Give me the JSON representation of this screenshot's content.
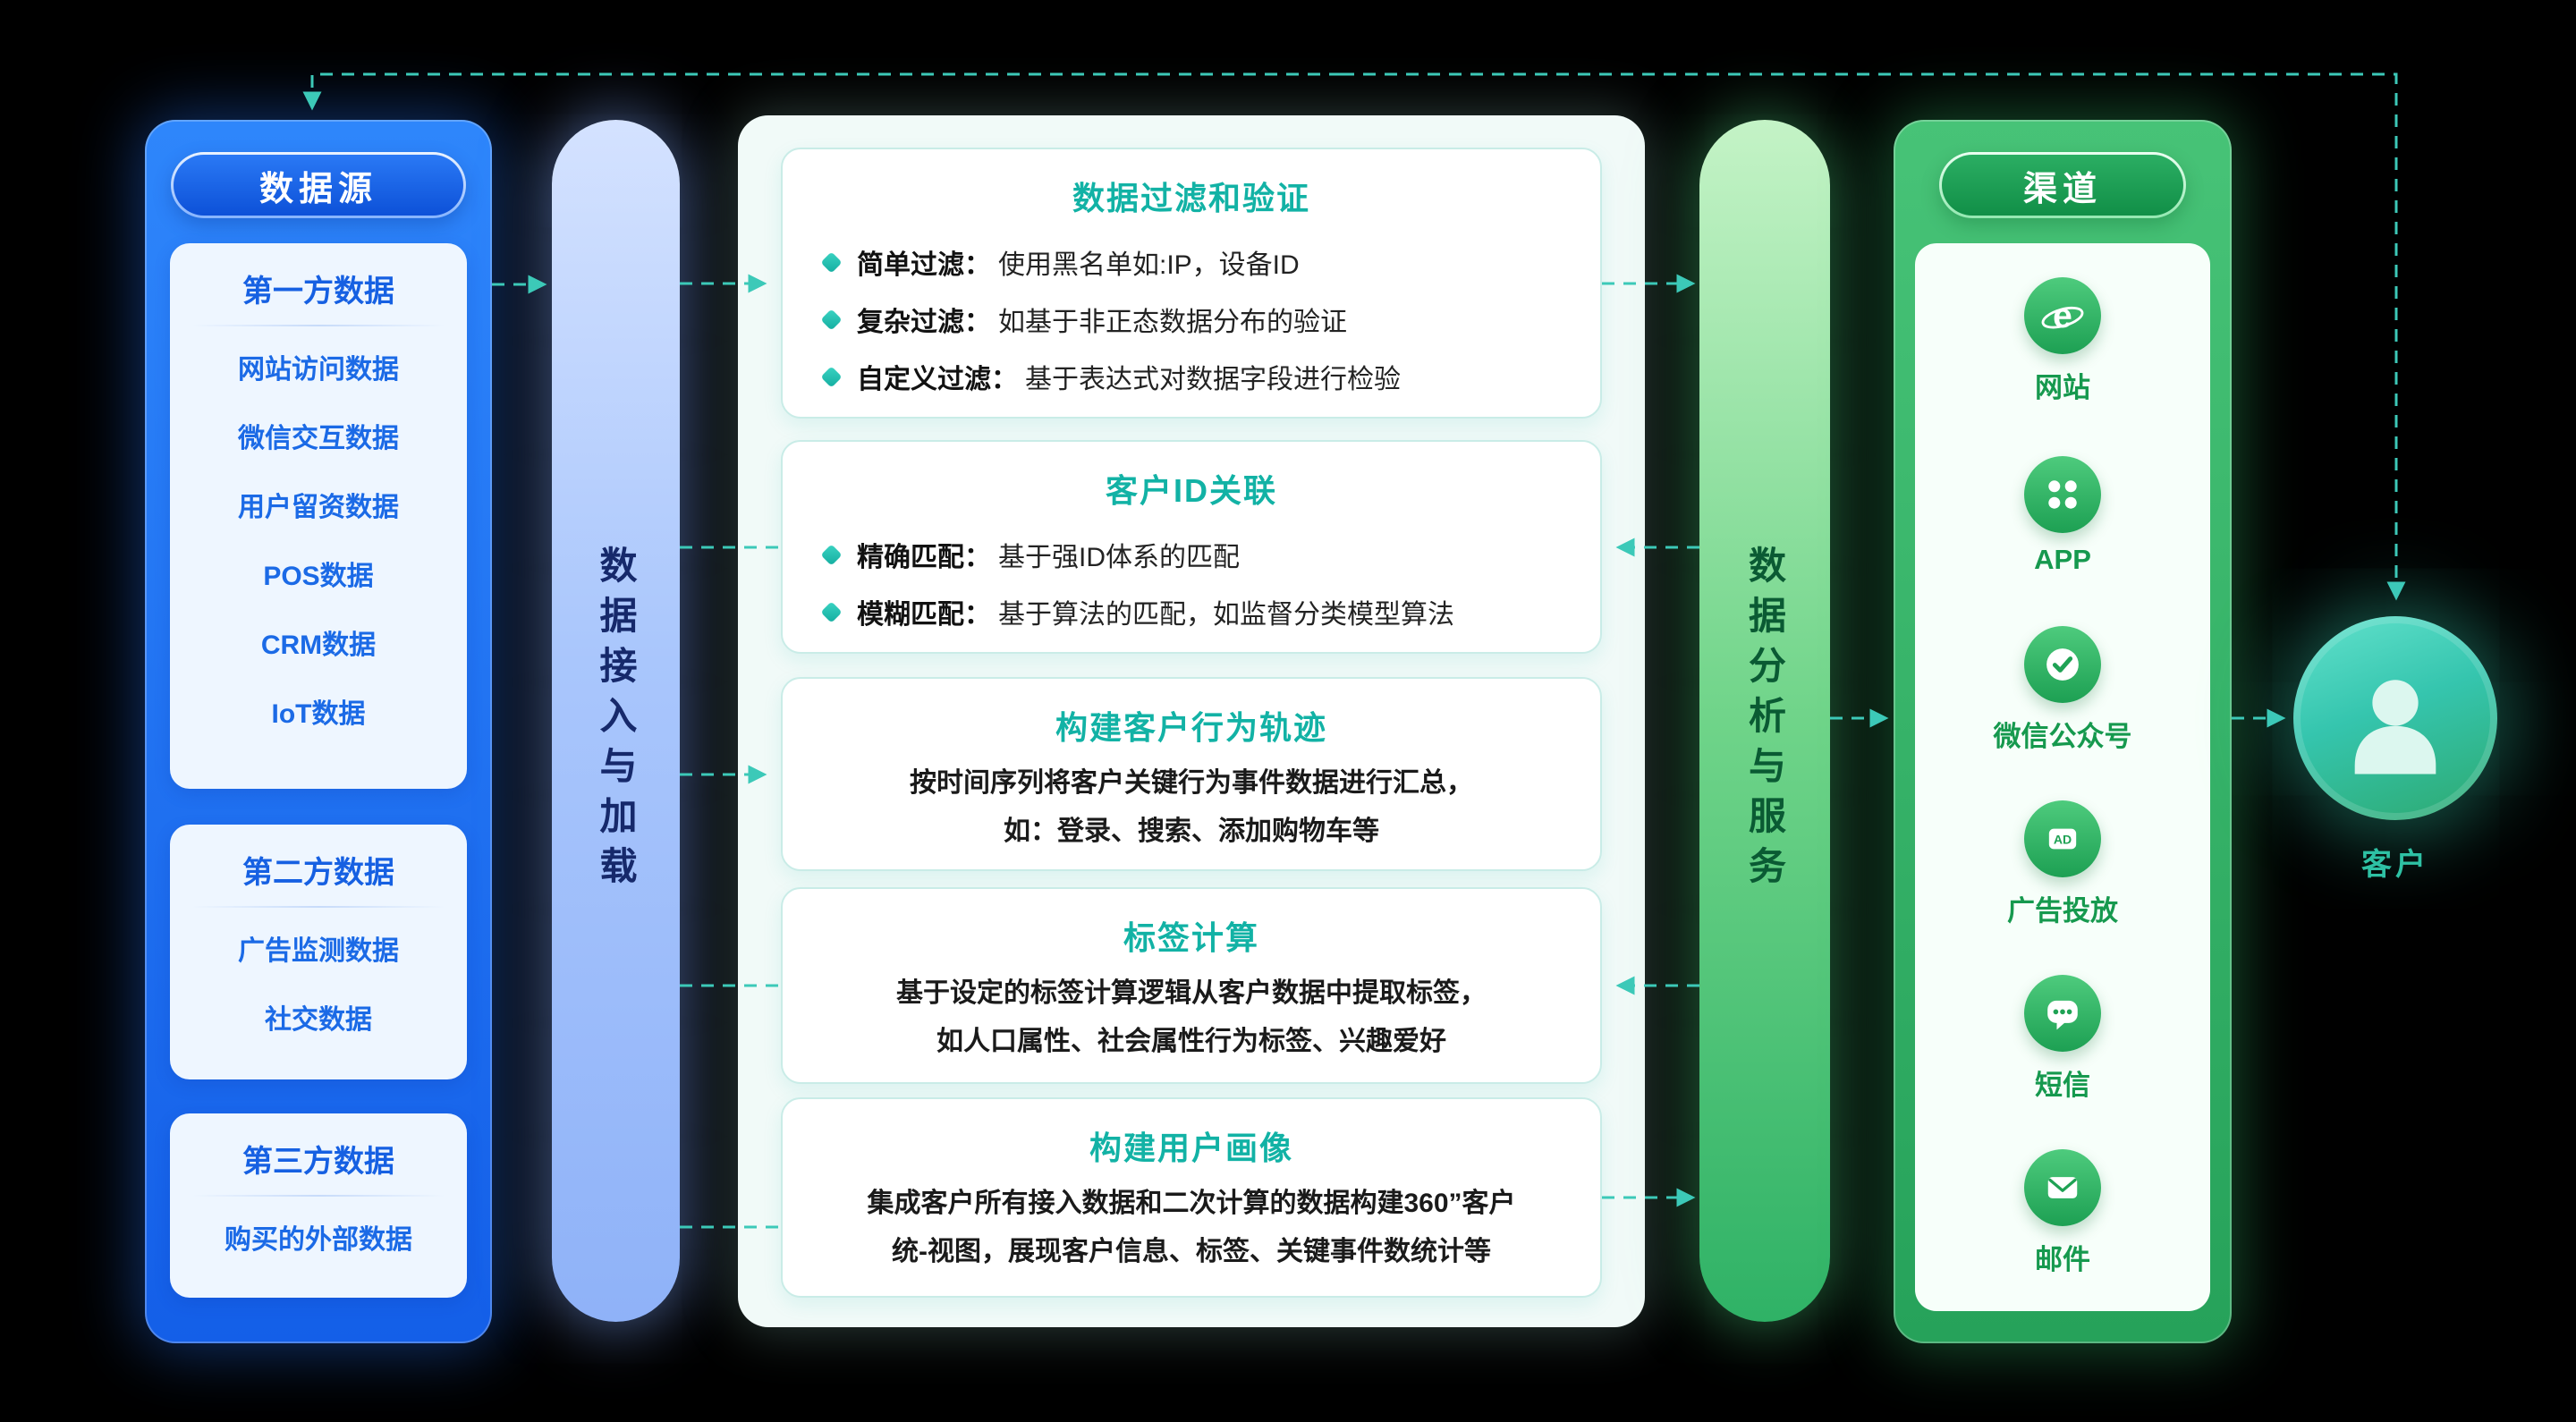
{
  "colors": {
    "background": "#000000",
    "blue_panel": "#1f6fee",
    "blue_text": "#1b6ae6",
    "ingest_bar": "#a9c6fc",
    "teal_accent": "#12b2a5",
    "arrow_teal": "#3cc9b8",
    "green_panel": "#35b56a",
    "green_text": "#16994e"
  },
  "data_sources": {
    "title": "数据源",
    "groups": [
      {
        "title": "第一方数据",
        "items": [
          "网站访问数据",
          "微信交互数据",
          "用户留资数据",
          "POS数据",
          "CRM数据",
          "IoT数据"
        ]
      },
      {
        "title": "第二方数据",
        "items": [
          "广告监测数据",
          "社交数据"
        ]
      },
      {
        "title": "第三方数据",
        "items": [
          "购买的外部数据"
        ]
      }
    ]
  },
  "ingest_bar": {
    "label": "数据接入与加载"
  },
  "processing": {
    "boxes": [
      {
        "title": "数据过滤和验证",
        "bullets": [
          {
            "label": "简单过滤：",
            "text": "使用黑名单如:IP，设备ID"
          },
          {
            "label": "复杂过滤：",
            "text": "如基于非正态数据分布的验证"
          },
          {
            "label": "自定义过滤：",
            "text": "基于表达式对数据字段进行检验"
          }
        ]
      },
      {
        "title": "客户ID关联",
        "bullets": [
          {
            "label": "精确匹配：",
            "text": "基于强ID体系的匹配"
          },
          {
            "label": "模糊匹配：",
            "text": "基于算法的匹配，如监督分类模型算法"
          }
        ]
      },
      {
        "title": "构建客户行为轨迹",
        "lines": [
          "按时间序列将客户关键行为事件数据进行汇总，",
          "如：登录、搜索、添加购物车等"
        ]
      },
      {
        "title": "标签计算",
        "lines": [
          "基于设定的标签计算逻辑从客户数据中提取标签，",
          "如人口属性、社会属性行为标签、兴趣爱好"
        ]
      },
      {
        "title": "构建用户画像",
        "lines": [
          "集成客户所有接入数据和二次计算的数据构建360”客户",
          "统-视图，展现客户信息、标签、关键事件数统计等"
        ]
      }
    ]
  },
  "analysis_bar": {
    "label": "数据分析与服务"
  },
  "channels": {
    "title": "渠道",
    "items": [
      {
        "icon": "browser-icon",
        "label": "网站"
      },
      {
        "icon": "app-grid-icon",
        "label": "APP"
      },
      {
        "icon": "wechat-official-icon",
        "label": "微信公众号"
      },
      {
        "icon": "ad-icon",
        "label": "广告投放"
      },
      {
        "icon": "sms-icon",
        "label": "短信"
      },
      {
        "icon": "mail-icon",
        "label": "邮件"
      }
    ]
  },
  "customer": {
    "label": "客户"
  }
}
